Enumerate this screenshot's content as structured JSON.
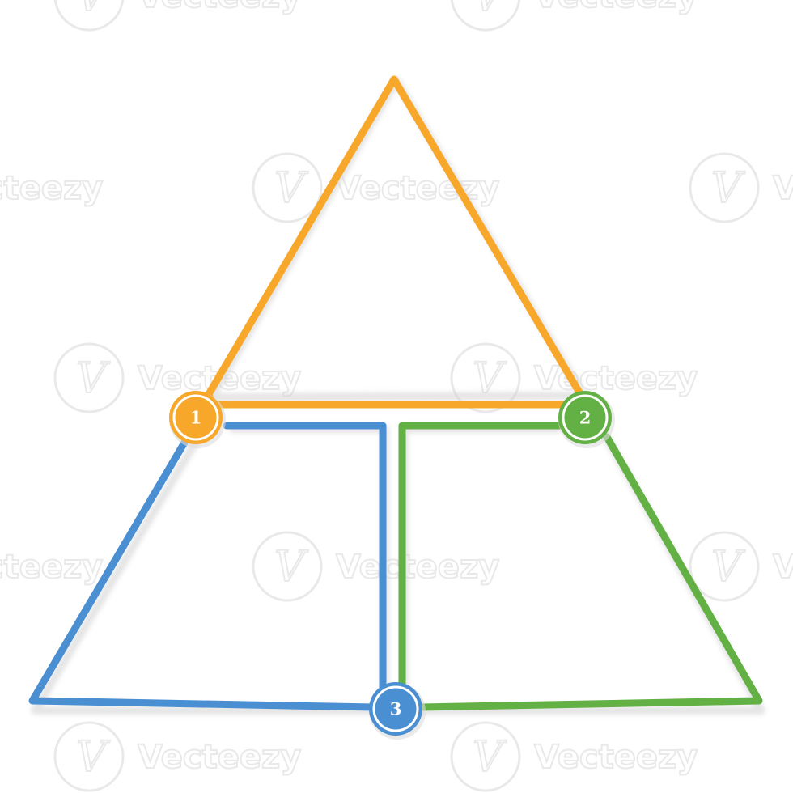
{
  "watermark": {
    "text": "Vecteezy",
    "glyph": "V"
  },
  "colors": {
    "orange": "#F7A82B",
    "blue": "#4A8FD1",
    "green": "#63B045",
    "shadow": "#d9d9d9"
  },
  "badges": [
    {
      "number": "1",
      "color": "orange"
    },
    {
      "number": "2",
      "color": "green"
    },
    {
      "number": "3",
      "color": "blue"
    }
  ]
}
